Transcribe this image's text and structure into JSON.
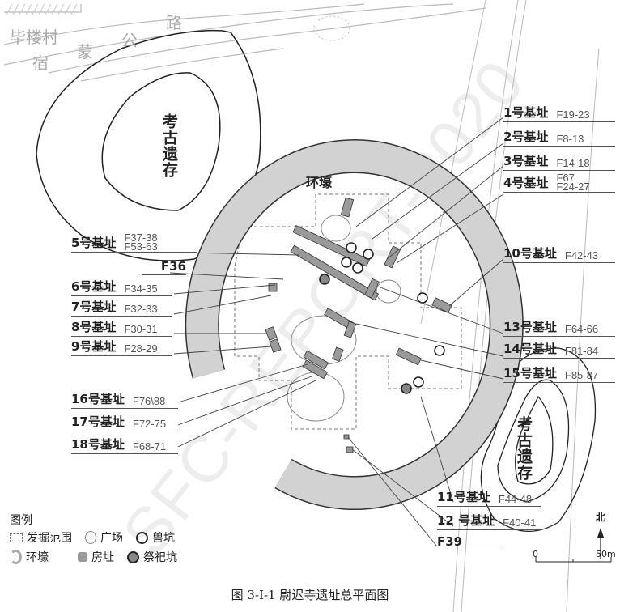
{
  "road_labels": [
    "毕楼村",
    "宿",
    "蒙",
    "公",
    "路"
  ],
  "relic_area_label": "考古遗存",
  "moat_label": "环壕",
  "left_labels": [
    {
      "name": "5号基址",
      "code": [
        "F37-38",
        "F53-63"
      ]
    },
    {
      "name": "",
      "code": [
        "F36"
      ]
    },
    {
      "name": "6号基址",
      "code": [
        "F34-35"
      ]
    },
    {
      "name": "7号基址",
      "code": [
        "F32-33"
      ]
    },
    {
      "name": "8号基址",
      "code": [
        "F30-31"
      ]
    },
    {
      "name": "9号基址",
      "code": [
        "F28-29"
      ]
    },
    {
      "name": "16号基址",
      "code": [
        "F76\\88"
      ]
    },
    {
      "name": "17号基址",
      "code": [
        "F72-75"
      ]
    },
    {
      "name": "18号基址",
      "code": [
        "F68-71"
      ]
    }
  ],
  "right_labels": [
    {
      "name": "1号基址",
      "code": [
        "F19-23"
      ]
    },
    {
      "name": "2号基址",
      "code": [
        "F8-13"
      ]
    },
    {
      "name": "3号基址",
      "code": [
        "F14-18"
      ]
    },
    {
      "name": "4号基址",
      "code": [
        "F67",
        "F24-27"
      ]
    },
    {
      "name": "10号基址",
      "code": [
        "F42-43"
      ]
    },
    {
      "name": "13号基址",
      "code": [
        "F64-66"
      ]
    },
    {
      "name": "14号基址",
      "code": [
        "F81-84"
      ]
    },
    {
      "name": "15号基址",
      "code": [
        "F85-87"
      ]
    },
    {
      "name": "11号基址",
      "code": [
        "F44-48"
      ]
    },
    {
      "name": "12 号基址",
      "code": [
        "F40-41"
      ]
    },
    {
      "name": "",
      "code": [
        "F39"
      ]
    }
  ],
  "legend": {
    "title": "图例",
    "items": [
      "发掘范围",
      "广场",
      "兽坑",
      "环壕",
      "房址",
      "祭祀坑"
    ]
  },
  "north_label": "北",
  "scale": {
    "start": "0",
    "end": "50m"
  },
  "caption": "图 3-Ⅰ-1 尉迟寺遗址总平面图",
  "watermark": "SFC-REPORT-2020",
  "colors": {
    "moat": "#d2d2d2",
    "house": "#9a9a9a",
    "sacrifice_pit": "#888888"
  }
}
